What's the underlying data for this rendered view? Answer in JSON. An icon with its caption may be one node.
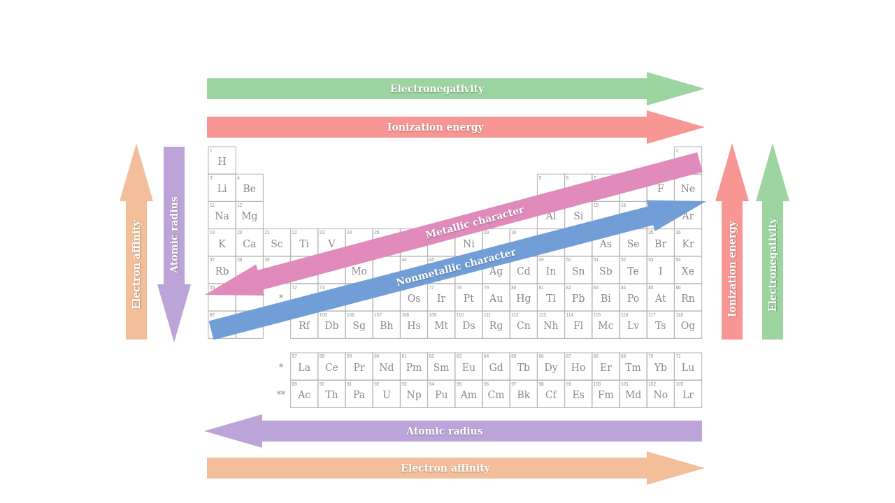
{
  "diagram": {
    "labels": [
      "Electronegativity",
      "Ionization energy",
      "Electron affinity",
      "Atomic radius",
      "Ionization energy",
      "Electronegativity",
      "Metallic character",
      "Nonmetallic character",
      "1",
      "H",
      "2",
      "3",
      "Li",
      "4",
      "Be",
      "5",
      "6",
      "7",
      "F",
      "Ne",
      "11",
      "Na",
      "12",
      "Mg",
      "Al",
      "Si",
      "15",
      "16",
      "Ar",
      "19",
      "K",
      "20",
      "Ca",
      "21",
      "Sc",
      "22",
      "Ti",
      "23",
      "V",
      "24",
      "25",
      "Ni",
      "29",
      "30",
      "As",
      "Se",
      "35",
      "Br",
      "36",
      "Kr",
      "37",
      "Rb",
      "38",
      "39",
      "Mo",
      "44",
      "45",
      "Ag",
      "Cd",
      "49",
      "In",
      "50",
      "Sn",
      "51",
      "Sb",
      "52",
      "Te",
      "53",
      "I",
      "54",
      "Xe",
      "55",
      "*",
      "72",
      "73",
      "Os",
      "77",
      "Ir",
      "78",
      "Pt",
      "79",
      "Au",
      "80",
      "Hg",
      "81",
      "Tl",
      "82",
      "Pb",
      "83",
      "Bi",
      "84",
      "Po",
      "85",
      "At",
      "86",
      "Rn",
      "87",
      "Rf",
      "105",
      "Db",
      "106",
      "Sg",
      "107",
      "Bh",
      "108",
      "Hs",
      "109",
      "Mt",
      "110",
      "Ds",
      "111",
      "Rg",
      "112",
      "Cn",
      "113",
      "Nh",
      "114",
      "Fl",
      "115",
      "Mc",
      "116",
      "Lv",
      "117",
      "Ts",
      "118",
      "Og",
      "*",
      "57",
      "La",
      "58",
      "Ce",
      "59",
      "Pr",
      "60",
      "Nd",
      "61",
      "Pm",
      "62",
      "Sm",
      "63",
      "Eu",
      "64",
      "Gd",
      "65",
      "Tb",
      "66",
      "Dy",
      "67",
      "Ho",
      "68",
      "Er",
      "69",
      "Tm",
      "70",
      "Yb",
      "71",
      "Lu",
      "**",
      "89",
      "Ac",
      "90",
      "Th",
      "91",
      "Pa",
      "92",
      "U",
      "93",
      "Np",
      "94",
      "Pu",
      "95",
      "Am",
      "96",
      "Cm",
      "97",
      "Bk",
      "98",
      "Cf",
      "99",
      "Es",
      "100",
      "Fm",
      "101",
      "Md",
      "102",
      "No",
      "103",
      "Lr",
      "Atomic radius",
      "Electron affinity"
    ]
  }
}
